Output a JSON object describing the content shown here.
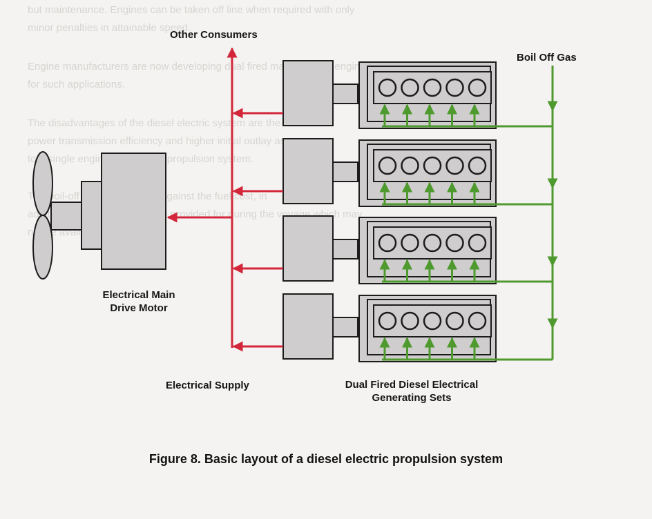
{
  "background_text": [
    "but maintenance.   Engines can be taken off line when required with only",
    "minor penalties in attainable speed.",
    "Engine manufacturers are now developing dual fired marine diesel engines",
    "for such applications.",
    "The disadvantages of the diesel electric system are the lower",
    "power transmission efficiency and higher initial outlay as compared",
    "to a single engine mechanical propulsion system.",
    "The boil-off gas can be used against the fuel cost, in",
    "addition spare capacity can be provided for during the voyage which may",
    "not be available."
  ],
  "labels": {
    "other_consumers": "Other Consumers",
    "boil_off_gas": "Boil Off Gas",
    "motor_line1": "Electrical Main",
    "motor_line2": "Drive Motor",
    "electrical_supply": "Electrical Supply",
    "gensets_line1": "Dual Fired Diesel Electrical",
    "gensets_line2": "Generating Sets"
  },
  "caption": "Figure 8.   Basic layout of a diesel electric propulsion system",
  "colors": {
    "electrical_supply_line": "#d3263a",
    "gas_line": "#4f9a2e",
    "equipment_fill": "#cfcdce",
    "equipment_stroke": "#1c1c1c"
  },
  "generating_set_count": 4,
  "cylinders_per_engine": 5
}
